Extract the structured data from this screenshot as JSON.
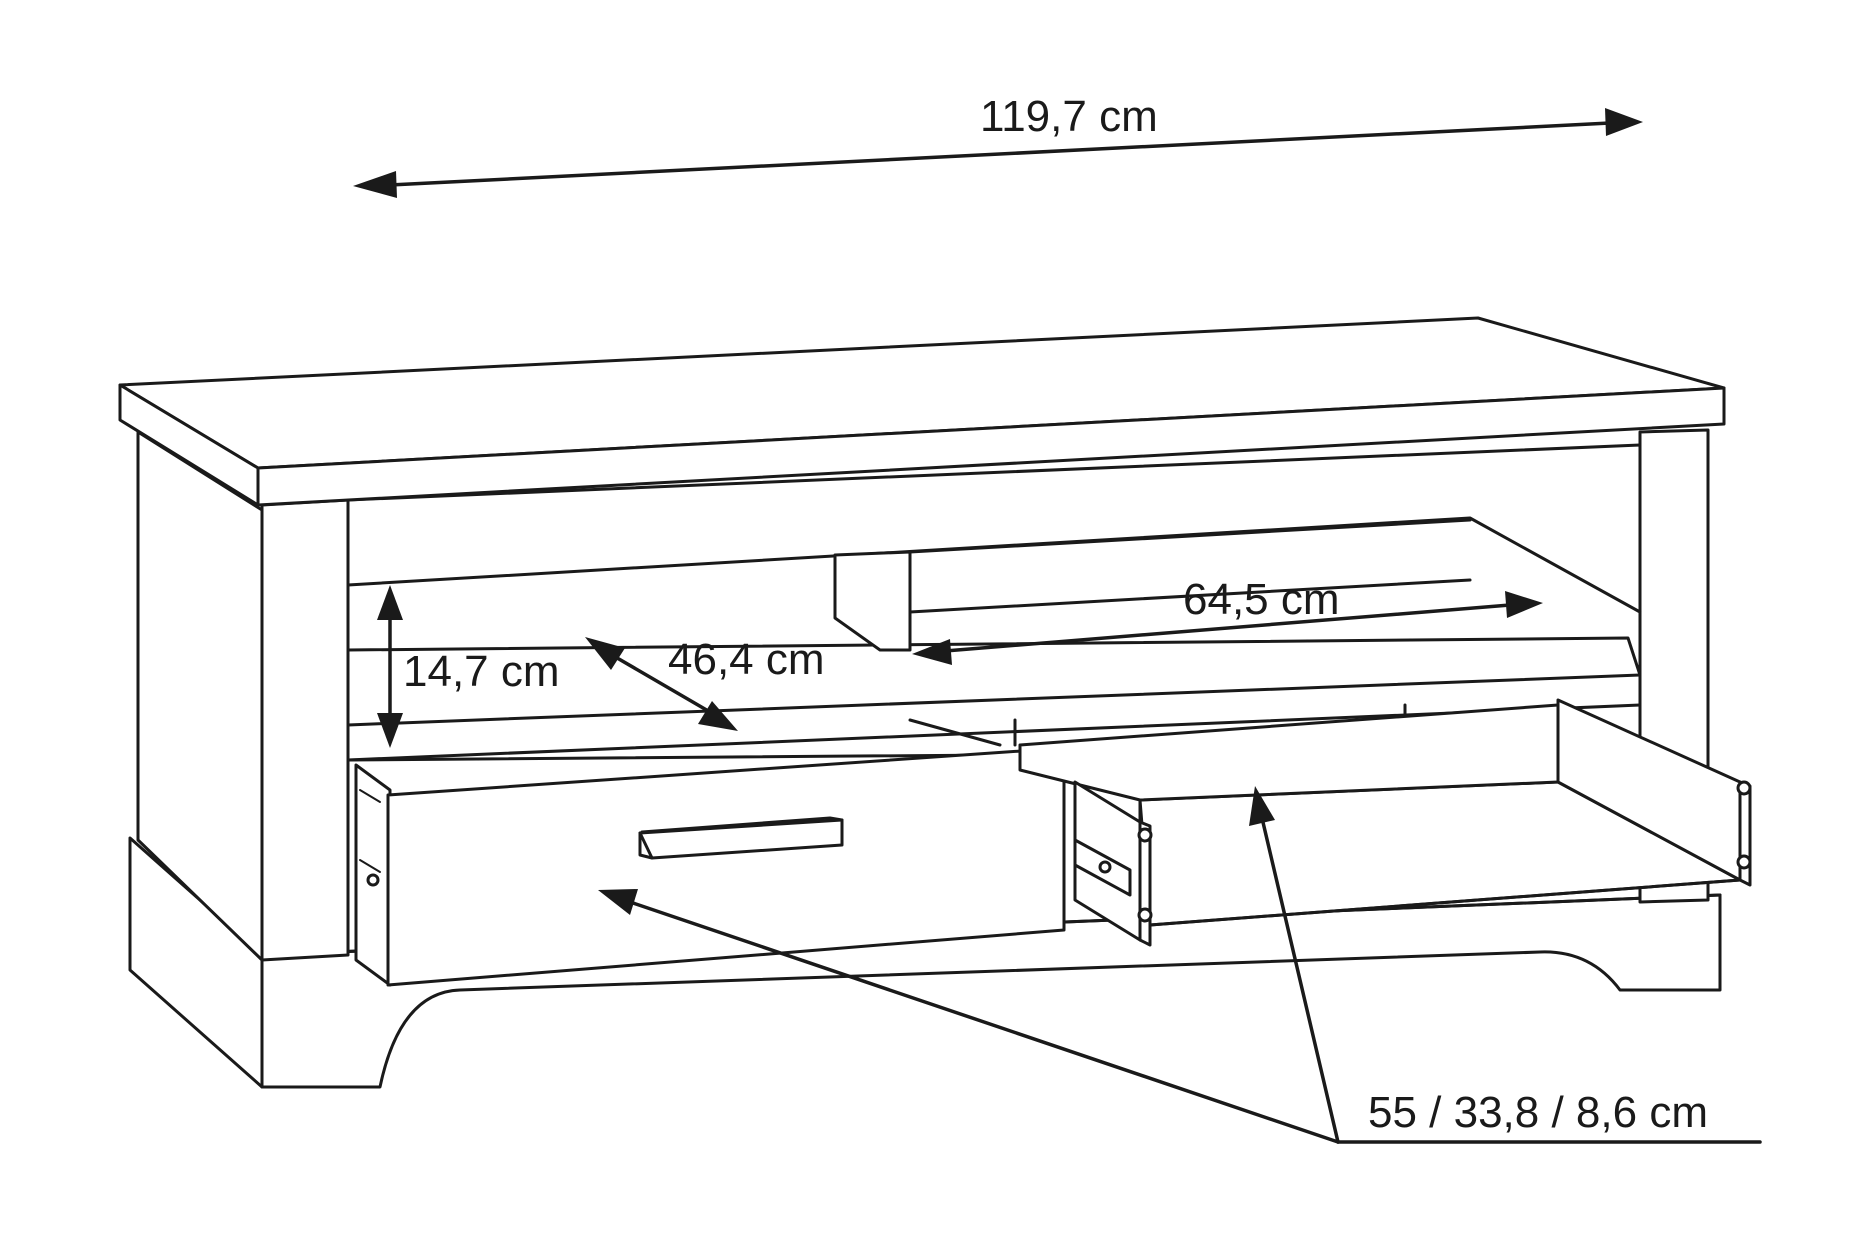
{
  "diagram": {
    "dimensions": {
      "width": "119,7 cm",
      "inner_width": "64,5 cm",
      "shelf_height": "14,7 cm",
      "shelf_depth": "46,4 cm",
      "drawer": "55 / 33,8 / 8,6 cm"
    }
  }
}
